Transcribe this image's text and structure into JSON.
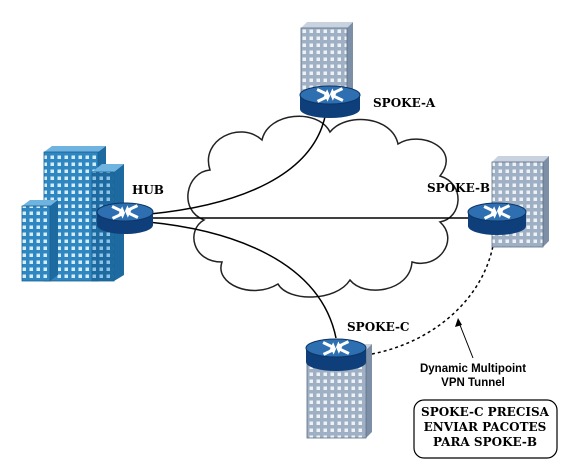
{
  "labels": {
    "hub": "HUB",
    "spoke_a": "SPOKE-A",
    "spoke_b": "SPOKE-B",
    "spoke_c": "SPOKE-C"
  },
  "tunnel_label": {
    "line1": "Dynamic Multipoint",
    "line2": "VPN Tunnel"
  },
  "note": {
    "line1": "SPOKE-C PRECISA",
    "line2": "ENVIAR PACOTES",
    "line3": "PARA SPOKE-B"
  },
  "colors": {
    "building_front": "#2f87c2",
    "building_side": "#1d6aa0",
    "building_top": "#6fb3e0",
    "spoke_building_front": "#a8b6c9",
    "spoke_building_side": "#7d8fa6",
    "router_top": "#2d6fb0",
    "router_body": "#0f3f7a",
    "cloud_fill": "#ffffff",
    "cloud_stroke": "#222222",
    "link": "#000000"
  },
  "icons": {
    "router": "router-icon",
    "building": "building-icon",
    "cloud": "cloud-icon"
  }
}
